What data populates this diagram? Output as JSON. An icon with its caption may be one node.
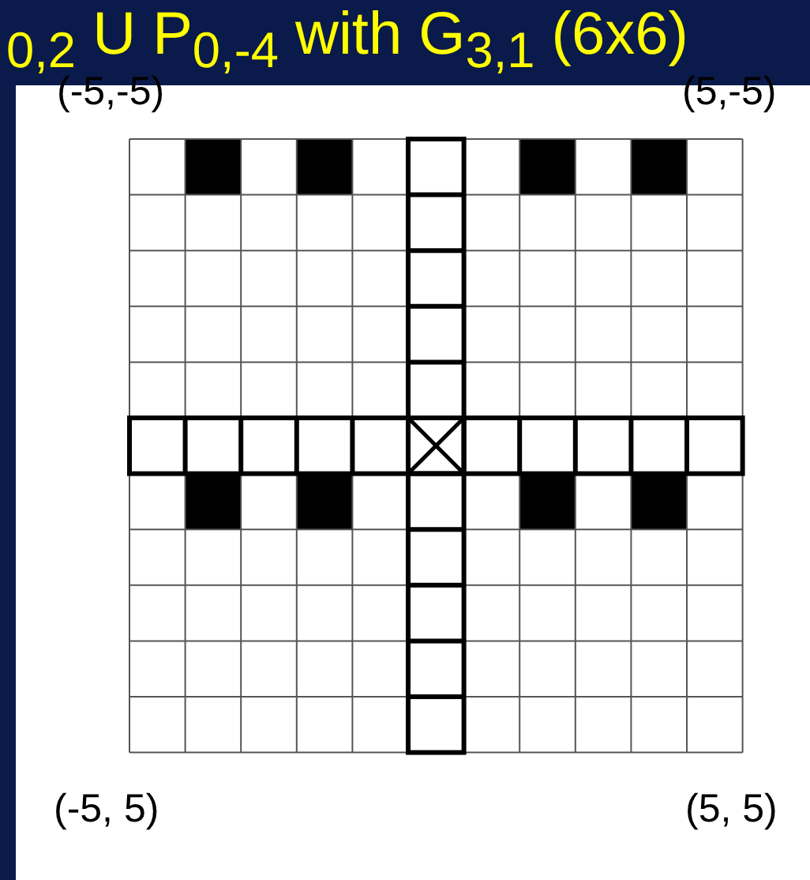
{
  "diagram": {
    "title": "$_{0,2}$ U P$_{0,-4}$ with G$_{3,1}$ (6x6)",
    "labels": [
      "(-5,-5)",
      "(5,-5)",
      "(-5, 5)",
      "(5, 5)"
    ]
  }
}
